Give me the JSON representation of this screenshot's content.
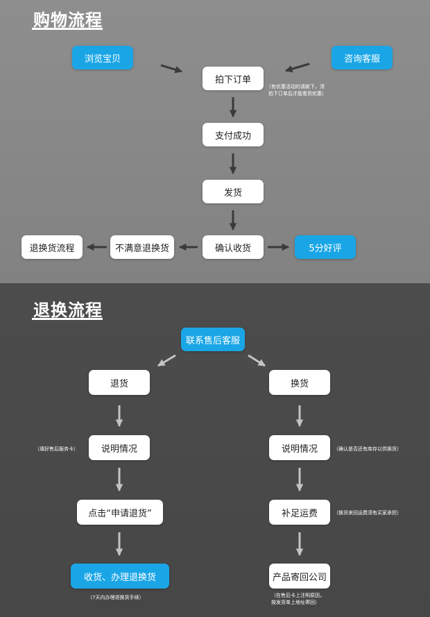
{
  "section1": {
    "title": "购物流程",
    "browse": "浏览宝贝",
    "consult": "咨询客服",
    "order": "拍下订单",
    "order_note_1": "（有优惠活动的请款下，须",
    "order_note_2": "拍下订单后才能看到优惠）",
    "pay": "支付成功",
    "ship": "发货",
    "confirm": "确认收货",
    "five_star": "5分好评",
    "unsatisfied": "不满意退换货",
    "return_flow": "退换货流程"
  },
  "section2": {
    "title": "退换流程",
    "contact": "联系售后客服",
    "return_goods": "退货",
    "exchange_goods": "换货",
    "explain_left": "说明情况",
    "explain_left_note": "（填好售后服务卡）",
    "explain_right": "说明情况",
    "explain_right_note": "（确认是否还有库存以供换货）",
    "apply": "点击“申请退货”",
    "freight": "补足运费",
    "freight_note": "（换货来回运费须有买家承担）",
    "receive": "收货、办理退换货",
    "receive_note": "（7天内办理退换货手续）",
    "send_back": "产品寄回公司",
    "send_back_note_1": "（在售后卡上注明原因，",
    "send_back_note_2": "按发货单上地址寄回）"
  },
  "colors": {
    "accent_blue": "#1aa6e6",
    "top_bg": "#8a8a8a",
    "bottom_bg": "#4a4a4a",
    "arrow_top": "#3a3a3a",
    "arrow_bottom": "#c4c4c4"
  }
}
